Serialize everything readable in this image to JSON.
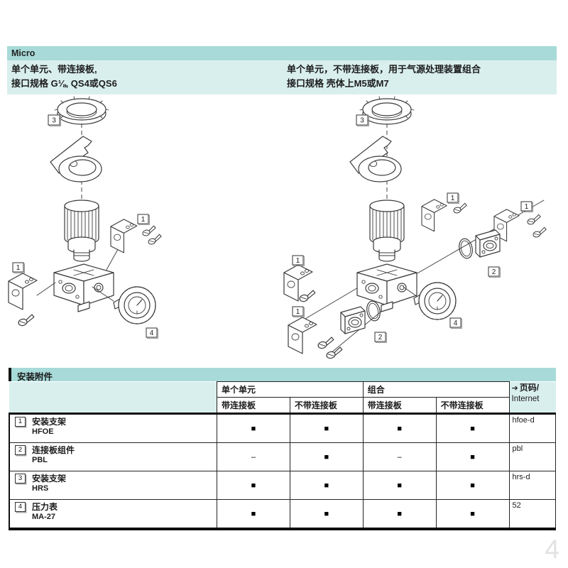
{
  "header": {
    "title": "Micro",
    "left_variant": {
      "line1": "单个单元、带连接板,",
      "line2": "接口规格 G⅛, QS4或QS6"
    },
    "right_variant": {
      "line1": "单个单元，不带连接板，用于气源处理装置组合",
      "line2": "接口规格 壳体上M5或M7"
    }
  },
  "diagrams": {
    "callouts": {
      "c1": "1",
      "c2": "2",
      "c3": "3",
      "c4": "4"
    }
  },
  "accessories_table": {
    "title": "安装附件",
    "col_groups": [
      {
        "label": "单个单元"
      },
      {
        "label": "组合"
      }
    ],
    "sub_columns": [
      "带连接板",
      "不带连接板",
      "带连接板",
      "不带连接板"
    ],
    "page_col": {
      "arrow": "➔",
      "line1": "页码/",
      "line2": "Internet"
    },
    "rows": [
      {
        "num": "1",
        "name": "安装支架",
        "code": "HFOE",
        "values": [
          "■",
          "■",
          "■",
          "■"
        ],
        "page": "hfoe-d"
      },
      {
        "num": "2",
        "name": "连接板组件",
        "code": "PBL",
        "values": [
          "–",
          "■",
          "–",
          "■"
        ],
        "page": "pbl"
      },
      {
        "num": "3",
        "name": "安装支架",
        "code": "HRS",
        "values": [
          "■",
          "■",
          "■",
          "■"
        ],
        "page": "hrs-d"
      },
      {
        "num": "4",
        "name": "压力表",
        "code": "MA-27",
        "values": [
          "■",
          "■",
          "■",
          "■"
        ],
        "page": "52"
      }
    ]
  },
  "footer": {
    "page_number": "4"
  },
  "colors": {
    "teal_dark": "#a7dad8",
    "teal_light": "#d9efee",
    "border_black": "#101010",
    "page_number_gray": "#e2e2e2"
  }
}
